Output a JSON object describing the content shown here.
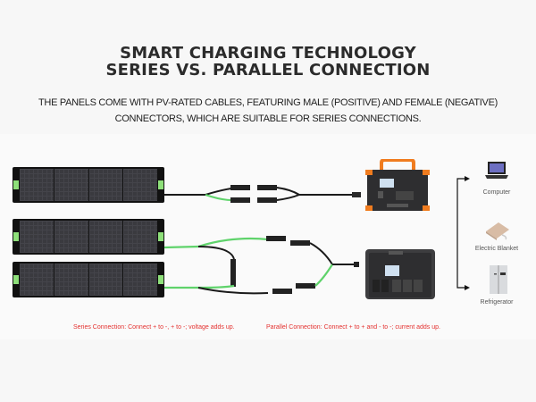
{
  "header": {
    "title_line1": "SMART CHARGING TECHNOLOGY",
    "title_line2": "SERIES VS. PARALLEL CONNECTION",
    "subtitle_line1": "THE PANELS COME WITH PV-RATED CABLES, FEATURING MALE (POSITIVE) AND FEMALE (NEGATIVE)",
    "subtitle_line2": "CONNECTORS, WHICH ARE SUITABLE FOR SERIES CONNECTIONS."
  },
  "diagram": {
    "panels": [
      {
        "id": "panel-1",
        "group": "series"
      },
      {
        "id": "panel-2",
        "group": "parallel"
      },
      {
        "id": "panel-3",
        "group": "parallel"
      }
    ],
    "power_stations": [
      {
        "id": "station-series",
        "accent": "#f07c1f"
      },
      {
        "id": "station-parallel",
        "accent": "#3d3d3d"
      }
    ],
    "devices": [
      {
        "label": "Computer",
        "icon": "laptop-icon"
      },
      {
        "label": "Electric Blanket",
        "icon": "blanket-icon"
      },
      {
        "label": "Refrigerator",
        "icon": "refrigerator-icon"
      }
    ],
    "cable_colors": {
      "black": "#1a1a1a",
      "green": "#5fd36b"
    }
  },
  "notes": {
    "series": "Series Connection: Connect + to -, + to -; voltage adds up.",
    "parallel": "Parallel Connection: Connect + to + and - to -; current adds up.",
    "color": "#e4312f"
  }
}
